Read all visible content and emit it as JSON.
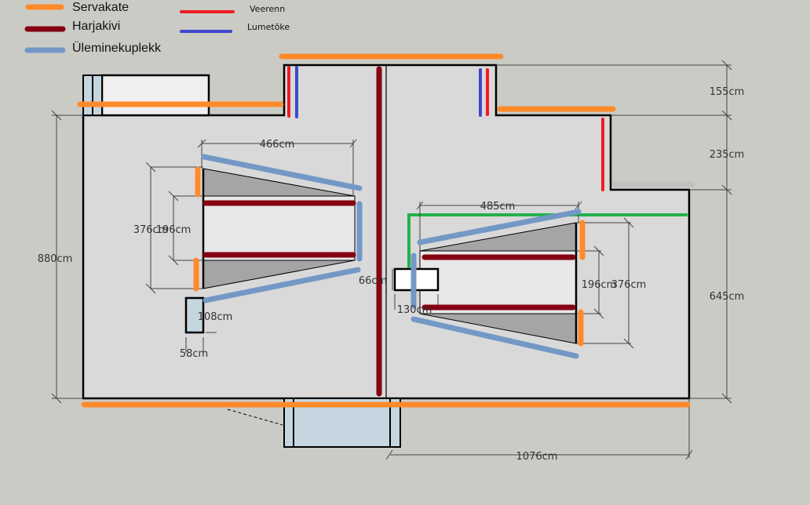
{
  "legend": [
    {
      "label": "Servakate",
      "color": "#ff8a2a"
    },
    {
      "label": "Harjakivi",
      "color": "#850012"
    },
    {
      "label": "Üleminekuplekk",
      "color": "#7398c6"
    },
    {
      "label": "Veerenn",
      "color": "#ee1c25"
    },
    {
      "label": "Lumetõke",
      "color": "#3f48cc"
    }
  ],
  "colors": {
    "background": "#cbcbc6",
    "roof_fill": "#d9d9d9",
    "dormer_face": "#a5a5a5",
    "dormer_top": "#e8e8e8",
    "window_fill": "#c6d6e0",
    "green_line": "#22b14c",
    "gray_strip": "#c0c0c0"
  },
  "dimensions": {
    "left_height": "880cm",
    "right_top": "155cm",
    "right_mid": "235cm",
    "right_bottom": "645cm",
    "bottom_width": "1076cm",
    "left_dormer_width": "466cm",
    "left_dormer_outer": "376cm",
    "left_dormer_inner": "196cm",
    "right_dormer_width": "485cm",
    "right_dormer_inner": "196cm",
    "right_dormer_outer": "376cm",
    "skylight_height": "108cm",
    "skylight_width": "58cm",
    "hatch_height": "66cm",
    "hatch_width": "130cm"
  }
}
